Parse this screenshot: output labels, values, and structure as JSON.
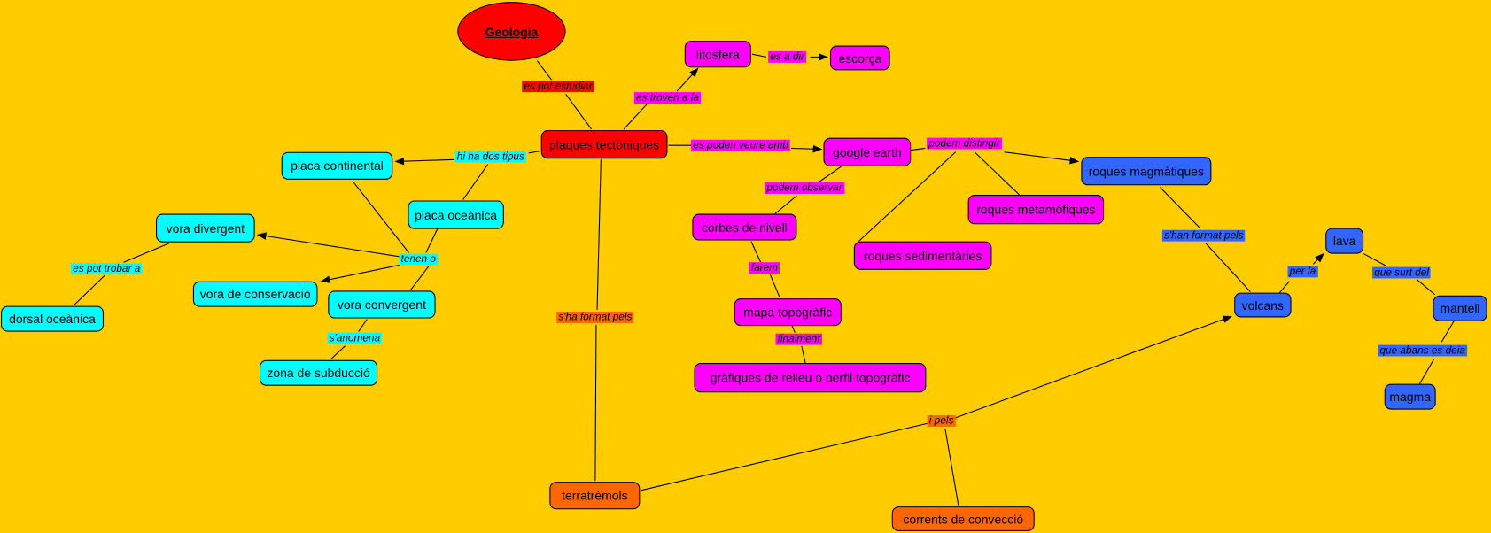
{
  "title": "Geologia",
  "colors": {
    "background": "#ffcc00",
    "red": "#ff0000",
    "magenta": "#ff00ff",
    "blue": "#3366ff",
    "orange": "#ff6600",
    "cyan": "#00ffff"
  },
  "concepts": {
    "plaques": "plaques tectòniques",
    "litosfera": "litosfera",
    "escorca": "escorça",
    "google": "google earth",
    "magmatiques": "roques magmàtiques",
    "metamofiques": "roques metamófiques",
    "sedimentaries": "roques sedimentàries",
    "corbes": "corbes de nivell",
    "mapa": "mapa topogràfic",
    "grafiques": "gràfiques de relleu o perfil topogràfic",
    "volcans": "volcans",
    "lava": "lava",
    "mantell": "mantell",
    "magma": "magma",
    "terratremols": "terratrèmols",
    "corrents": "corrents de convecció",
    "continental": "placa continental",
    "oceanica": "placa oceànica",
    "divergent": "vora divergent",
    "conservacio": "vora de conservació",
    "convergent": "vora convergent",
    "dorsal": "dorsal oceànica",
    "subduccio": "zona de subducció"
  },
  "links": {
    "estudiar": "es pot estudiar",
    "troven": "es troven a la",
    "esadir": "es a dir",
    "veure": "es poden veure amb",
    "distingir": "podem distingir",
    "observar": "podem observar",
    "farem": "farem",
    "finalment": "finalment",
    "hanformat": "s'han format pels",
    "perla": "per la",
    "surt": "que surt del",
    "deia": "que abans es deia",
    "haformat": "s'ha format pels",
    "ipels": "i pels",
    "tipus": "hi ha dos tipus",
    "tenen": "tenen o",
    "trobar": "es pot trobar a",
    "anomena": "s'anomena"
  }
}
